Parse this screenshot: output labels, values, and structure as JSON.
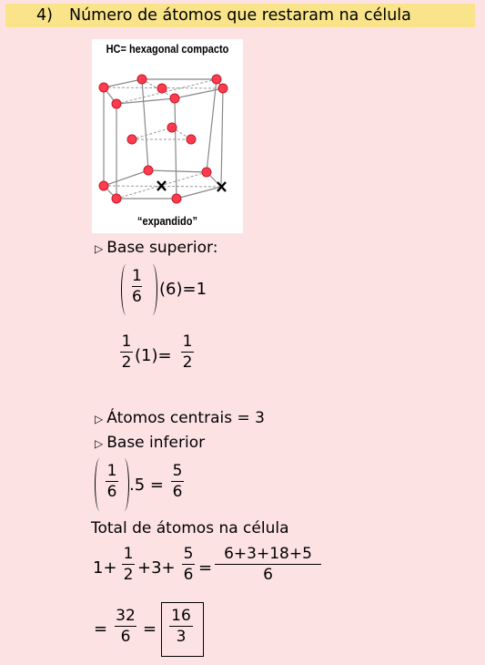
{
  "header": {
    "number": "4)",
    "title": "Número de átomos que restaram na célula",
    "background": "#f9e48a"
  },
  "figure": {
    "title": "HC= hexagonal compacto",
    "caption": "“expandido”",
    "marker": "X",
    "atom_color": "#ff3b4f"
  },
  "sections": {
    "base_superior": "Base superior:",
    "atomos_centrais": "Átomos centrais = 3",
    "base_inferior": "Base inferior",
    "total": "Total de átomos na célula"
  },
  "eq1": {
    "num": "1",
    "den": "6",
    "mid": "(6)",
    "rhs": "=1"
  },
  "eq2": {
    "num": "1",
    "den": "2",
    "mid": "(1)=",
    "rnum": "1",
    "rden": "2"
  },
  "eq3": {
    "num": "1",
    "den": "6",
    "mid": ".5 =",
    "rnum": "5",
    "rden": "6"
  },
  "eq4": {
    "t1": "1+",
    "n1": "1",
    "d1": "2",
    "t2": "+3+",
    "n2": "5",
    "d2": "6",
    "t3": "=",
    "rnum": "6+3+18+5",
    "rden": "6"
  },
  "eq5": {
    "pre": "=",
    "n1": "32",
    "d1": "6",
    "mid": "=",
    "n2": "16",
    "d2": "3"
  },
  "bullet_icon": "triangle-right-icon"
}
